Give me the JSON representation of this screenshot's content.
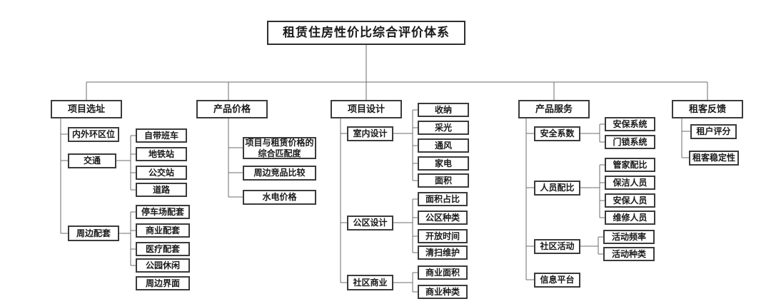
{
  "diagram": {
    "title": "租赁住房性价比综合评价体系",
    "colors": {
      "box_border": "#3b3b3b",
      "connector": "#6e6e6e",
      "text": "#1a1a1a",
      "background": "#ffffff"
    },
    "sections": [
      {
        "label": "项目选址",
        "children": [
          {
            "label": "内外环区位",
            "children": []
          },
          {
            "label": "交通",
            "children": [
              {
                "label": "自带班车"
              },
              {
                "label": "地铁站"
              },
              {
                "label": "公交站"
              },
              {
                "label": "道路"
              }
            ]
          },
          {
            "label": "周边配套",
            "children": [
              {
                "label": "停车场配套"
              },
              {
                "label": "商业配套"
              },
              {
                "label": "医疗配套"
              },
              {
                "label": "公园休闲"
              },
              {
                "label": "周边界面"
              }
            ]
          }
        ]
      },
      {
        "label": "产品价格",
        "children": [
          {
            "label": "项目与租赁价格的综合匹配度"
          },
          {
            "label": "周边竞品比较"
          },
          {
            "label": "水电价格"
          }
        ]
      },
      {
        "label": "项目设计",
        "children": [
          {
            "label": "室内设计",
            "children": [
              {
                "label": "收纳"
              },
              {
                "label": "采光"
              },
              {
                "label": "通风"
              },
              {
                "label": "家电"
              },
              {
                "label": "面积"
              }
            ]
          },
          {
            "label": "公区设计",
            "children": [
              {
                "label": "面积占比"
              },
              {
                "label": "公区种类"
              },
              {
                "label": "开放时间"
              },
              {
                "label": "清扫维护"
              }
            ]
          },
          {
            "label": "社区商业",
            "children": [
              {
                "label": "商业面积"
              },
              {
                "label": "商业种类"
              }
            ]
          }
        ]
      },
      {
        "label": "产品服务",
        "children": [
          {
            "label": "安全系数",
            "children": [
              {
                "label": "安保系统"
              },
              {
                "label": "门锁系统"
              }
            ]
          },
          {
            "label": "人员配比",
            "children": [
              {
                "label": "管家配比"
              },
              {
                "label": "保洁人员"
              },
              {
                "label": "安保人员"
              },
              {
                "label": "维修人员"
              }
            ]
          },
          {
            "label": "社区活动",
            "children": [
              {
                "label": "活动频率"
              },
              {
                "label": "活动种类"
              }
            ]
          },
          {
            "label": "信息平台",
            "children": []
          }
        ]
      },
      {
        "label": "租客反馈",
        "children": [
          {
            "label": "租户评分"
          },
          {
            "label": "租客稳定性"
          }
        ]
      }
    ]
  }
}
